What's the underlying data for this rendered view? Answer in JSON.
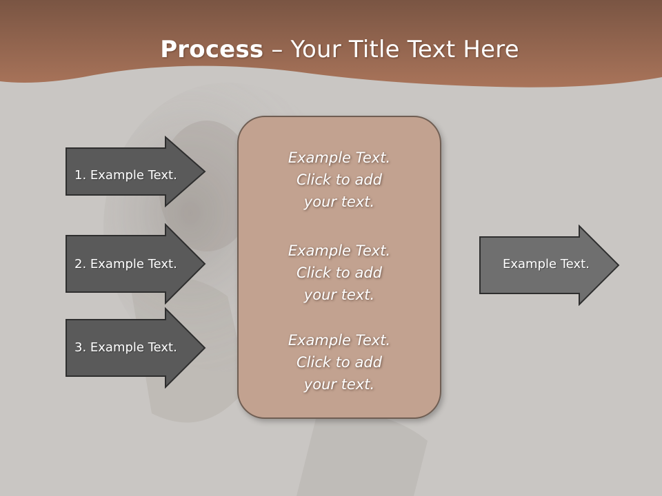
{
  "title": {
    "bold": "Process",
    "rest": " – Your Title Text Here"
  },
  "left_arrows": [
    {
      "label": "1. Example Text."
    },
    {
      "label": "2. Example Text."
    },
    {
      "label": "3. Example Text."
    }
  ],
  "center_blocks": [
    {
      "line1": "Example Text.",
      "line2": "Click  to add",
      "line3": "your text."
    },
    {
      "line1": "Example Text.",
      "line2": "Click  to add",
      "line3": "your text."
    },
    {
      "line1": "Example Text.",
      "line2": "Click  to add",
      "line3": "your text."
    }
  ],
  "right_arrow": {
    "label": "Example Text."
  },
  "colors": {
    "header": "#a77259",
    "left_arrow_fill": "#5a5a5a",
    "right_arrow_fill": "#6f6f6f",
    "center_fill": "#c2a290",
    "background": "#c9c6c3"
  }
}
